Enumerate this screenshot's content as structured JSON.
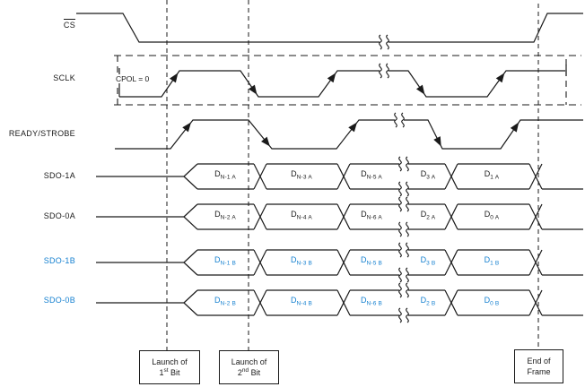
{
  "colors": {
    "line": "#1a1a1a",
    "blue": "#1580D0",
    "background": "#FFFFFF"
  },
  "sclk_note": "CPOL = 0",
  "signals": [
    {
      "id": "cs",
      "label": "CS",
      "overline": true,
      "blue": false
    },
    {
      "id": "sclk",
      "label": "SCLK",
      "overline": false,
      "blue": false
    },
    {
      "id": "ready-strobe",
      "label": "READY/STROBE",
      "overline": false,
      "blue": false
    },
    {
      "id": "sdo-1a",
      "label": "SDO-1A",
      "overline": false,
      "blue": false
    },
    {
      "id": "sdo-0a",
      "label": "SDO-0A",
      "overline": false,
      "blue": false
    },
    {
      "id": "sdo-1b",
      "label": "SDO-1B",
      "overline": false,
      "blue": true
    },
    {
      "id": "sdo-0b",
      "label": "SDO-0B",
      "overline": false,
      "blue": true
    }
  ],
  "bus_prefix": "D",
  "bus_rows": [
    {
      "signal": "SDO-1A",
      "blue": false,
      "cells": [
        "N-1 A",
        "N-3 A",
        "N-5 A",
        "3 A",
        "1 A"
      ]
    },
    {
      "signal": "SDO-0A",
      "blue": false,
      "cells": [
        "N-2 A",
        "N-4 A",
        "N-6 A",
        "2 A",
        "0 A"
      ]
    },
    {
      "signal": "SDO-1B",
      "blue": true,
      "cells": [
        "N-1 B",
        "N-3 B",
        "N-5 B",
        "3 B",
        "1 B"
      ]
    },
    {
      "signal": "SDO-0B",
      "blue": true,
      "cells": [
        "N-2 B",
        "N-4 B",
        "N-6 B",
        "2 B",
        "0 B"
      ]
    }
  ],
  "annotations": [
    {
      "id": "launch-1st-bit",
      "line1": "Launch of",
      "line2_prefix": "1",
      "line2_sup": "st",
      "line2_suffix": " Bit"
    },
    {
      "id": "launch-2nd-bit",
      "line1": "Launch of",
      "line2_prefix": "2",
      "line2_sup": "nd",
      "line2_suffix": " Bit"
    },
    {
      "id": "end-of-frame",
      "line1": "End of",
      "line2_prefix": "Frame",
      "line2_sup": "",
      "line2_suffix": ""
    }
  ]
}
